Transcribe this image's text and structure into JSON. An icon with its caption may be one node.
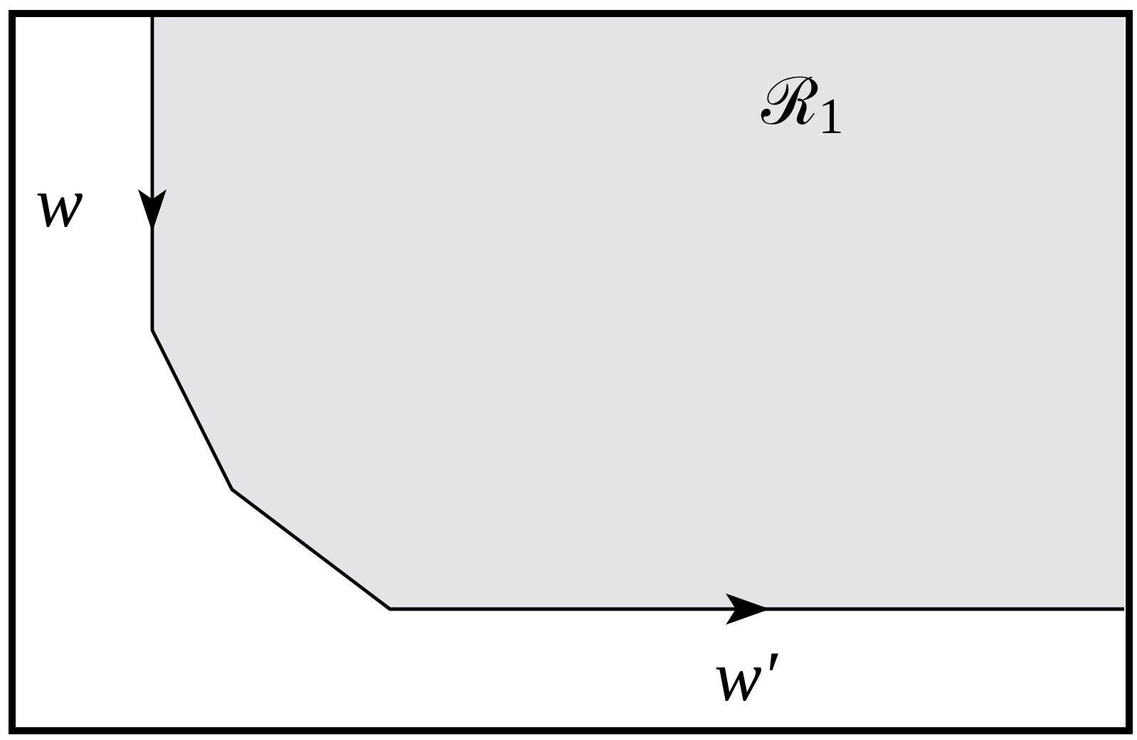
{
  "diagram": {
    "nodes": [
      {
        "text": [
          "ℛ$_{1}$"
        ]
      }
    ],
    "labels": [
      "w",
      "w′"
    ]
  }
}
